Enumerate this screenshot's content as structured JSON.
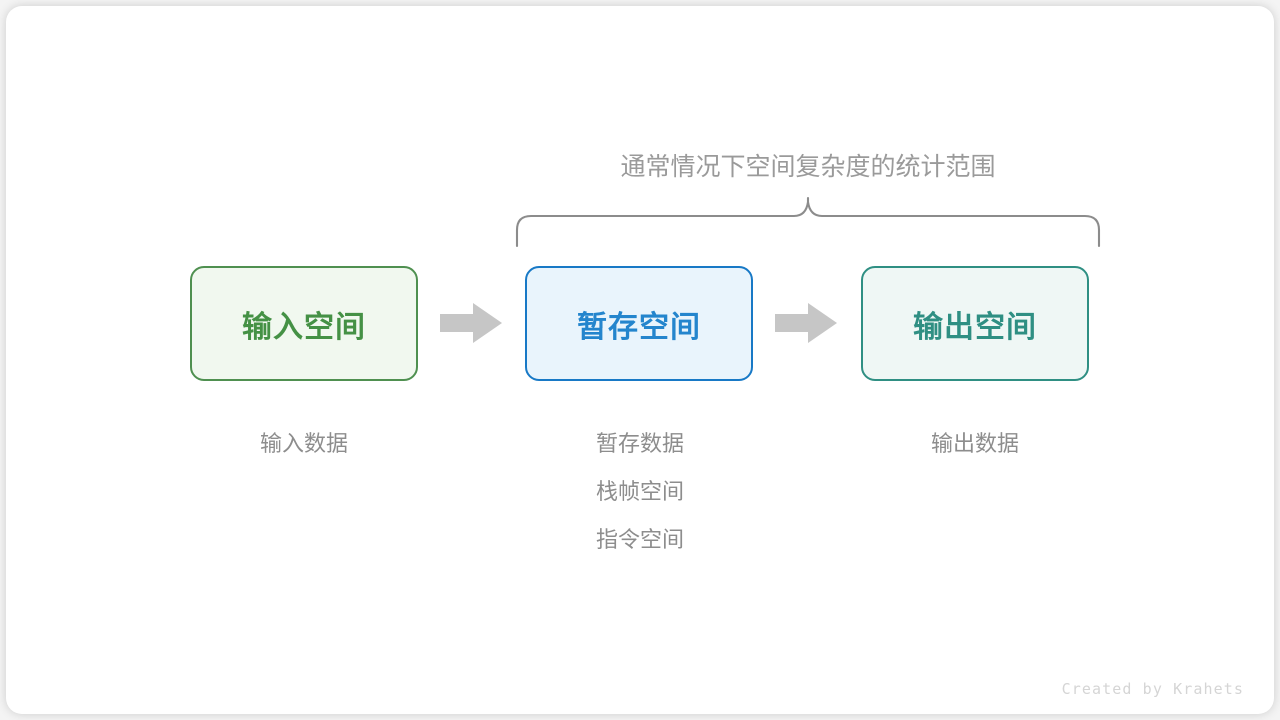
{
  "diagram": {
    "caption": {
      "prefix": "通常情况下",
      "emphasis": "空间复杂度",
      "suffix": "的统计范围"
    },
    "boxes": [
      {
        "label": "输入空间",
        "border_color": "#4f9050",
        "fill_color": "#f1f8ef",
        "text_color": "#459145"
      },
      {
        "label": "暂存空间",
        "border_color": "#1879c6",
        "fill_color": "#e9f4fc",
        "text_color": "#2485cd"
      },
      {
        "label": "输出空间",
        "border_color": "#2f8f83",
        "fill_color": "#eff7f5",
        "text_color": "#2f8f83"
      }
    ],
    "arrows": [
      {
        "name": "arrow-input-to-temp",
        "color": "#c6c6c6"
      },
      {
        "name": "arrow-temp-to-output",
        "color": "#c6c6c6"
      }
    ],
    "columns": [
      {
        "lines": [
          "输入数据"
        ]
      },
      {
        "lines": [
          "暂存数据",
          "栈帧空间",
          "指令空间"
        ]
      },
      {
        "lines": [
          "输出数据"
        ]
      }
    ],
    "brace": {
      "color": "#8c8c8c",
      "spans": [
        "暂存空间",
        "输出空间"
      ]
    },
    "watermark": "Created by Krahets",
    "colors": {
      "page_background": "#f4f4f4",
      "card_background": "#ffffff",
      "caption_text": "#9a9a9a",
      "caption_emphasis_text": "#808080",
      "column_caption_text": "#8d8d8d",
      "watermark_text": "#d5d5d5"
    }
  }
}
